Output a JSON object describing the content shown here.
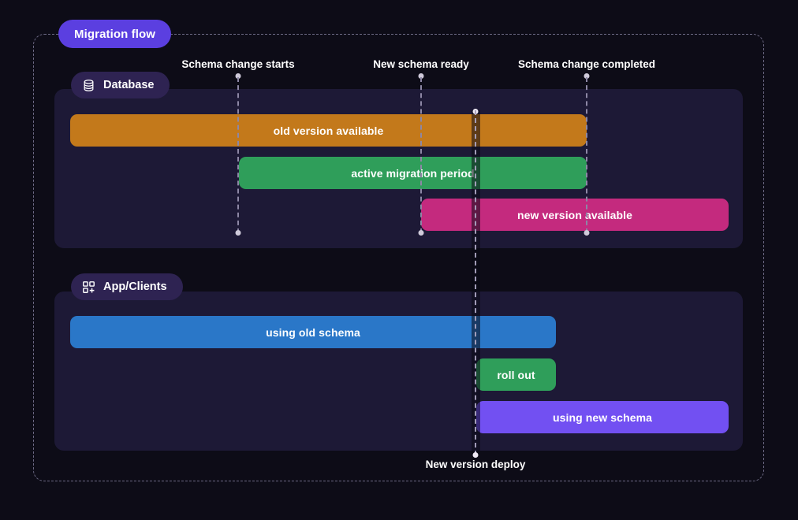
{
  "title": {
    "label": "Migration flow"
  },
  "lanes": [
    {
      "id": "database",
      "label": "Database",
      "icon": "database-icon",
      "bars": [
        {
          "id": "old-version",
          "label": "old version available",
          "color": "#c3791b"
        },
        {
          "id": "active-migration",
          "label": "active migration period",
          "color": "#2f9e5a"
        },
        {
          "id": "new-version",
          "label": "new version available",
          "color": "#c42a7e"
        }
      ]
    },
    {
      "id": "app-clients",
      "label": "App/Clients",
      "icon": "grid-plus-icon",
      "bars": [
        {
          "id": "using-old-schema",
          "label": "using old schema",
          "color": "#2a77c8"
        },
        {
          "id": "roll-out",
          "label": "roll out",
          "color": "#2f9e5a"
        },
        {
          "id": "using-new-schema",
          "label": "using new schema",
          "color": "#7250f2"
        }
      ]
    }
  ],
  "markers": [
    {
      "id": "schema-change-starts",
      "label": "Schema change starts"
    },
    {
      "id": "new-schema-ready",
      "label": "New schema ready"
    },
    {
      "id": "schema-change-completed",
      "label": "Schema change completed"
    },
    {
      "id": "new-version-deploy",
      "label": "New version deploy"
    }
  ],
  "colors": {
    "background": "#0d0c17",
    "lane": "#1d1936",
    "badge": "#2e2352",
    "accent": "#5b3fe0",
    "frame": "#6d6a85",
    "marker": "#8d87a5"
  }
}
